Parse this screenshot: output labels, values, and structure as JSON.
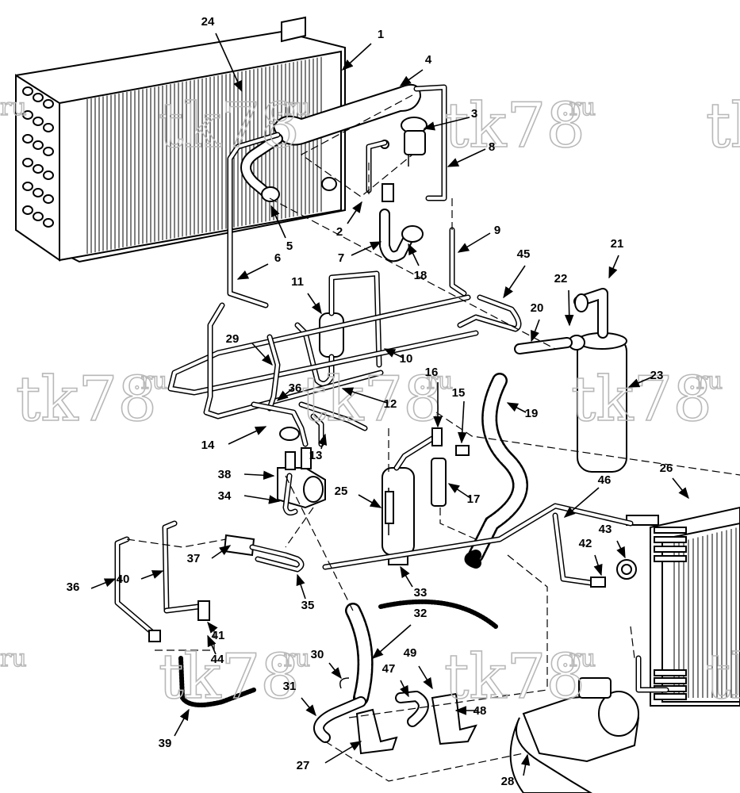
{
  "watermark": {
    "main": "tk78",
    "suffix": ".ru",
    "edge_left": "ru",
    "edge_right": "tl"
  },
  "callouts": [
    {
      "id": "1",
      "label": "1"
    },
    {
      "id": "2",
      "label": "2"
    },
    {
      "id": "3",
      "label": "3"
    },
    {
      "id": "4",
      "label": "4"
    },
    {
      "id": "5",
      "label": "5"
    },
    {
      "id": "6",
      "label": "6"
    },
    {
      "id": "7",
      "label": "7"
    },
    {
      "id": "8",
      "label": "8"
    },
    {
      "id": "9",
      "label": "9"
    },
    {
      "id": "10",
      "label": "10"
    },
    {
      "id": "11",
      "label": "11"
    },
    {
      "id": "12",
      "label": "12"
    },
    {
      "id": "13",
      "label": "13"
    },
    {
      "id": "14",
      "label": "14"
    },
    {
      "id": "15",
      "label": "15"
    },
    {
      "id": "16",
      "label": "16"
    },
    {
      "id": "17",
      "label": "17"
    },
    {
      "id": "18",
      "label": "18"
    },
    {
      "id": "19",
      "label": "19"
    },
    {
      "id": "20",
      "label": "20"
    },
    {
      "id": "21",
      "label": "21"
    },
    {
      "id": "22",
      "label": "22"
    },
    {
      "id": "23",
      "label": "23"
    },
    {
      "id": "24",
      "label": "24"
    },
    {
      "id": "25",
      "label": "25"
    },
    {
      "id": "26",
      "label": "26"
    },
    {
      "id": "27",
      "label": "27"
    },
    {
      "id": "28",
      "label": "28"
    },
    {
      "id": "29",
      "label": "29"
    },
    {
      "id": "30",
      "label": "30"
    },
    {
      "id": "31",
      "label": "31"
    },
    {
      "id": "32",
      "label": "32"
    },
    {
      "id": "33",
      "label": "33"
    },
    {
      "id": "34",
      "label": "34"
    },
    {
      "id": "35",
      "label": "35"
    },
    {
      "id": "36",
      "label": "36"
    },
    {
      "id": "36b",
      "label": "36"
    },
    {
      "id": "37",
      "label": "37"
    },
    {
      "id": "38",
      "label": "38"
    },
    {
      "id": "39",
      "label": "39"
    },
    {
      "id": "40",
      "label": "40"
    },
    {
      "id": "41",
      "label": "41"
    },
    {
      "id": "42",
      "label": "42"
    },
    {
      "id": "43",
      "label": "43"
    },
    {
      "id": "44",
      "label": "44"
    },
    {
      "id": "45",
      "label": "45"
    },
    {
      "id": "46",
      "label": "46"
    },
    {
      "id": "47",
      "label": "47"
    },
    {
      "id": "48",
      "label": "48"
    },
    {
      "id": "49",
      "label": "49"
    }
  ]
}
